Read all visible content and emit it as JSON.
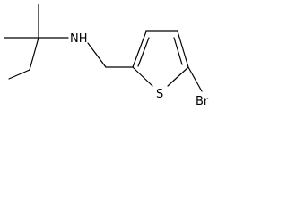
{
  "molecule": {
    "atoms": {
      "nh": "NH",
      "s": "S",
      "br": "Br"
    }
  }
}
